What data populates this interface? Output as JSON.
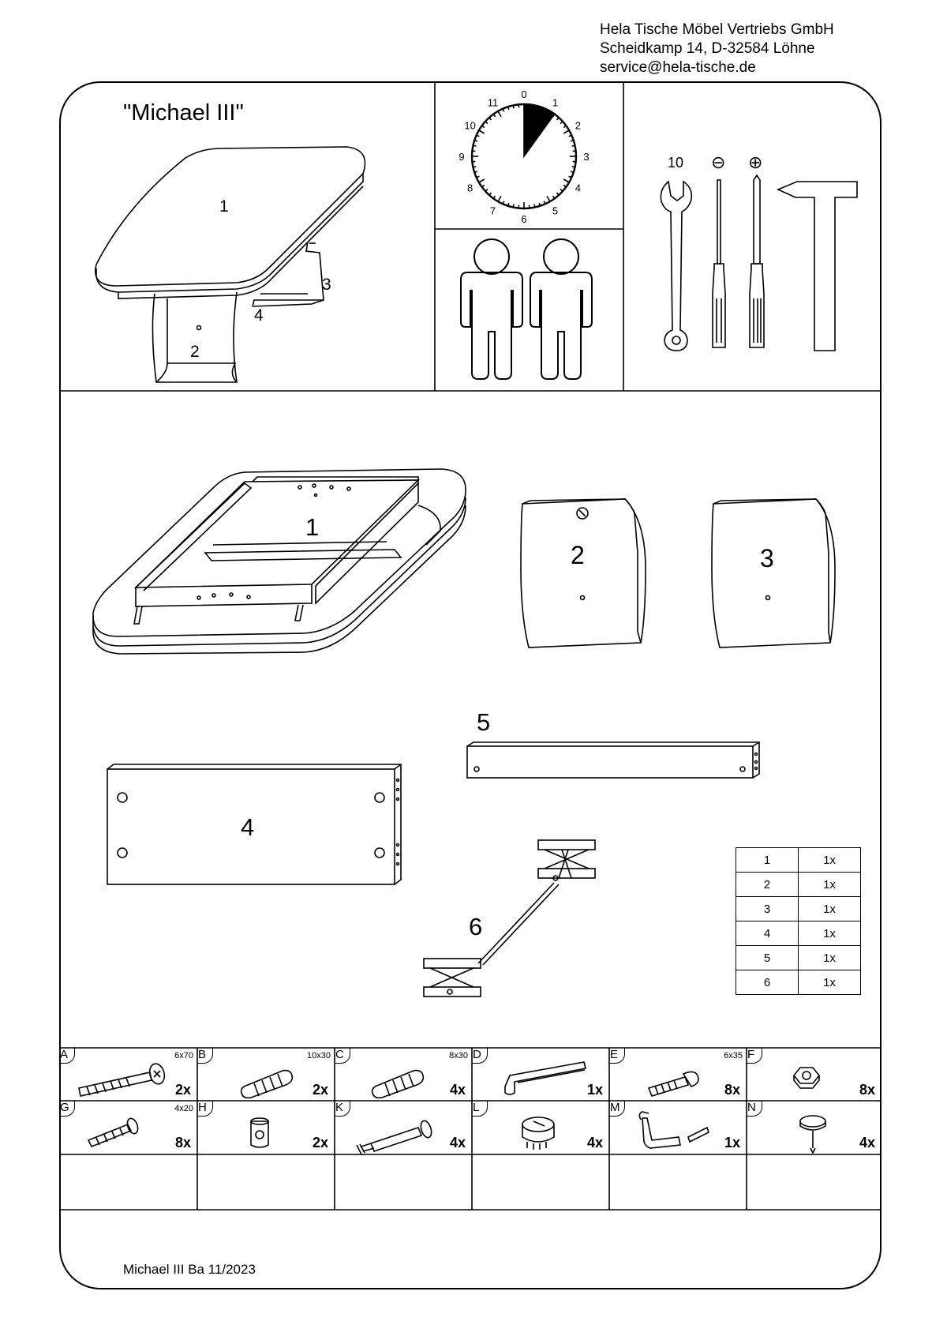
{
  "company": {
    "name": "Hela Tische Möbel Vertriebs GmbH",
    "address": "Scheidkamp 14, D-32584 Löhne",
    "email": "service@hela-tische.de"
  },
  "product": {
    "title": "\"Michael III\""
  },
  "overview_labels": [
    "1",
    "2",
    "3",
    "4"
  ],
  "clock": {
    "numbers": [
      "0",
      "1",
      "2",
      "3",
      "4",
      "5",
      "6",
      "7",
      "8",
      "9",
      "10",
      "11"
    ]
  },
  "tools": {
    "wrench_size": "10",
    "minus_symbol": "⊖",
    "plus_symbol": "⊕"
  },
  "parts_labels": [
    "1",
    "2",
    "3",
    "4",
    "5",
    "6"
  ],
  "parts_table": [
    {
      "part": "1",
      "qty": "1x"
    },
    {
      "part": "2",
      "qty": "1x"
    },
    {
      "part": "3",
      "qty": "1x"
    },
    {
      "part": "4",
      "qty": "1x"
    },
    {
      "part": "5",
      "qty": "1x"
    },
    {
      "part": "6",
      "qty": "1x"
    }
  ],
  "hardware": [
    {
      "letter": "A",
      "size": "6x70",
      "qty": "2x",
      "icon": "bolt-icon"
    },
    {
      "letter": "B",
      "size": "10x30",
      "qty": "2x",
      "icon": "dowel-icon"
    },
    {
      "letter": "C",
      "size": "8x30",
      "qty": "4x",
      "icon": "dowel-icon"
    },
    {
      "letter": "D",
      "size": "",
      "qty": "1x",
      "icon": "allen-key-icon"
    },
    {
      "letter": "E",
      "size": "6x35",
      "qty": "8x",
      "icon": "screw-icon"
    },
    {
      "letter": "F",
      "size": "",
      "qty": "8x",
      "icon": "nut-icon"
    },
    {
      "letter": "G",
      "size": "4x20",
      "qty": "8x",
      "icon": "wood-screw-icon"
    },
    {
      "letter": "H",
      "size": "",
      "qty": "2x",
      "icon": "barrel-nut-icon"
    },
    {
      "letter": "K",
      "size": "",
      "qty": "4x",
      "icon": "connector-bolt-icon"
    },
    {
      "letter": "L",
      "size": "",
      "qty": "4x",
      "icon": "leveler-icon"
    },
    {
      "letter": "M",
      "size": "",
      "qty": "1x",
      "icon": "crank-handle-icon"
    },
    {
      "letter": "N",
      "size": "",
      "qty": "4x",
      "icon": "felt-glide-icon"
    }
  ],
  "footer": {
    "text": "Michael III  Ba 11/2023"
  }
}
